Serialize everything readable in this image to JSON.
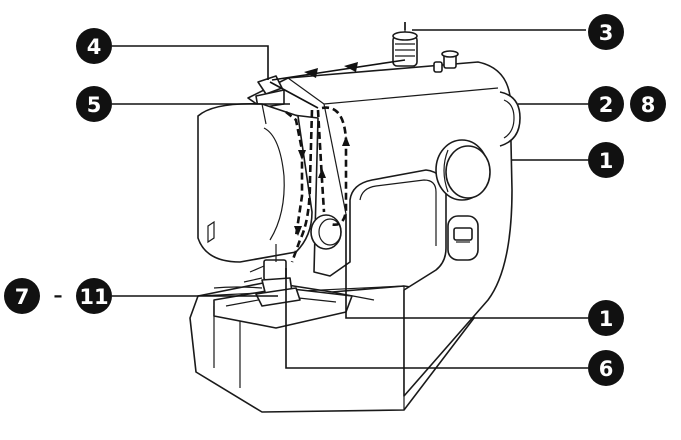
{
  "callouts": [
    {
      "id": "c1-right",
      "label": "1"
    },
    {
      "id": "c2",
      "label": "2"
    },
    {
      "id": "c8",
      "label": "8"
    },
    {
      "id": "c3",
      "label": "3"
    },
    {
      "id": "c4",
      "label": "4"
    },
    {
      "id": "c5",
      "label": "5"
    },
    {
      "id": "c7",
      "label": "7"
    },
    {
      "id": "c11",
      "label": "11"
    },
    {
      "id": "c1-bottom",
      "label": "1"
    },
    {
      "id": "c6",
      "label": "6"
    }
  ],
  "range_dash": "–",
  "colors": {
    "badge": "#111111",
    "line": "#1a1a1a",
    "background": "#ffffff"
  }
}
